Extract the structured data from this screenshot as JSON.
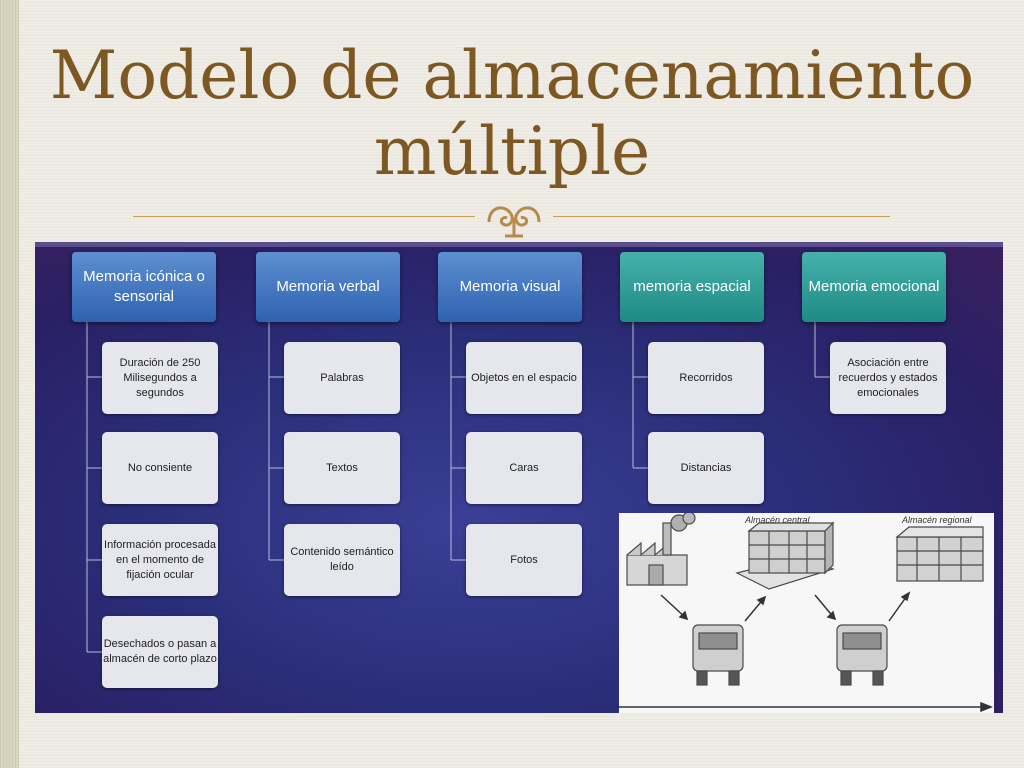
{
  "slide": {
    "title_line1": "Modelo de almacenamiento",
    "title_line2": "múltiple"
  },
  "diagram": {
    "columns": [
      {
        "header": "Memoria icónica o sensorial",
        "items": [
          "Duración de 250 Milisegundos a segundos",
          "No consiente",
          "Información procesada en el momento de fijación ocular",
          "Desechados o pasan a almacén de corto plazo"
        ]
      },
      {
        "header": "Memoria verbal",
        "items": [
          "Palabras",
          "Textos",
          "Contenido semántico leído"
        ]
      },
      {
        "header": "Memoria visual",
        "items": [
          "Objetos en el espacio",
          "Caras",
          "Fotos"
        ]
      },
      {
        "header": "memoria espacial",
        "items": [
          "Recorridos",
          "Distancias"
        ]
      },
      {
        "header": "Memoria emocional",
        "items": [
          "Asociación entre recuerdos y estados emocionales"
        ]
      }
    ]
  },
  "illustration": {
    "label_central": "Almacén central",
    "label_regional": "Almacén regional"
  },
  "colors": {
    "title": "#7e5822",
    "header_blue": "#2f63b0",
    "header_teal": "#1f8b84",
    "panel": "#2a2e79"
  }
}
